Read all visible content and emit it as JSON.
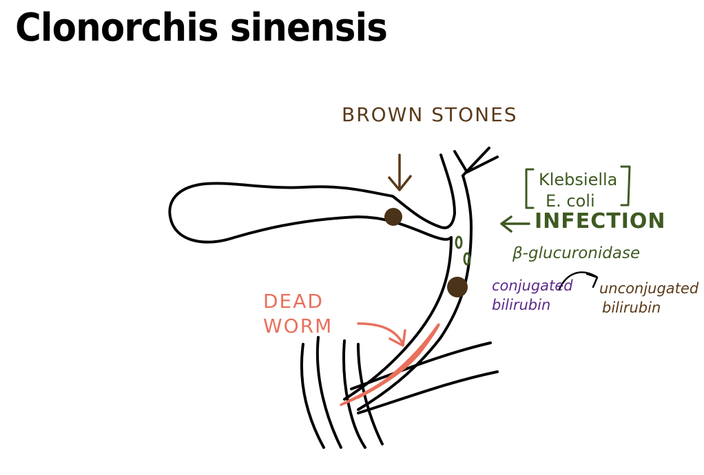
{
  "title": "Clonorchis sinensis",
  "labels": {
    "brown_stones": "BROWN STONES",
    "dead_worm_line1": "DEAD",
    "dead_worm_line2": "WORM",
    "bacteria_line1": "Klebsiella",
    "bacteria_line2": "E. coli",
    "infection": "INFECTION",
    "enzyme": "β-glucuronidase",
    "conjugated_line1": "conjugated",
    "conjugated_line2": "bilirubin",
    "unconjugated_line1": "unconjugated",
    "unconjugated_line2": "bilirubin"
  },
  "colors": {
    "ink": "#000000",
    "brown": "#5a3a1a",
    "stone": "#4a3318",
    "worm": "#e8705c",
    "green": "#3e5a22",
    "purple": "#5a2a8a"
  }
}
